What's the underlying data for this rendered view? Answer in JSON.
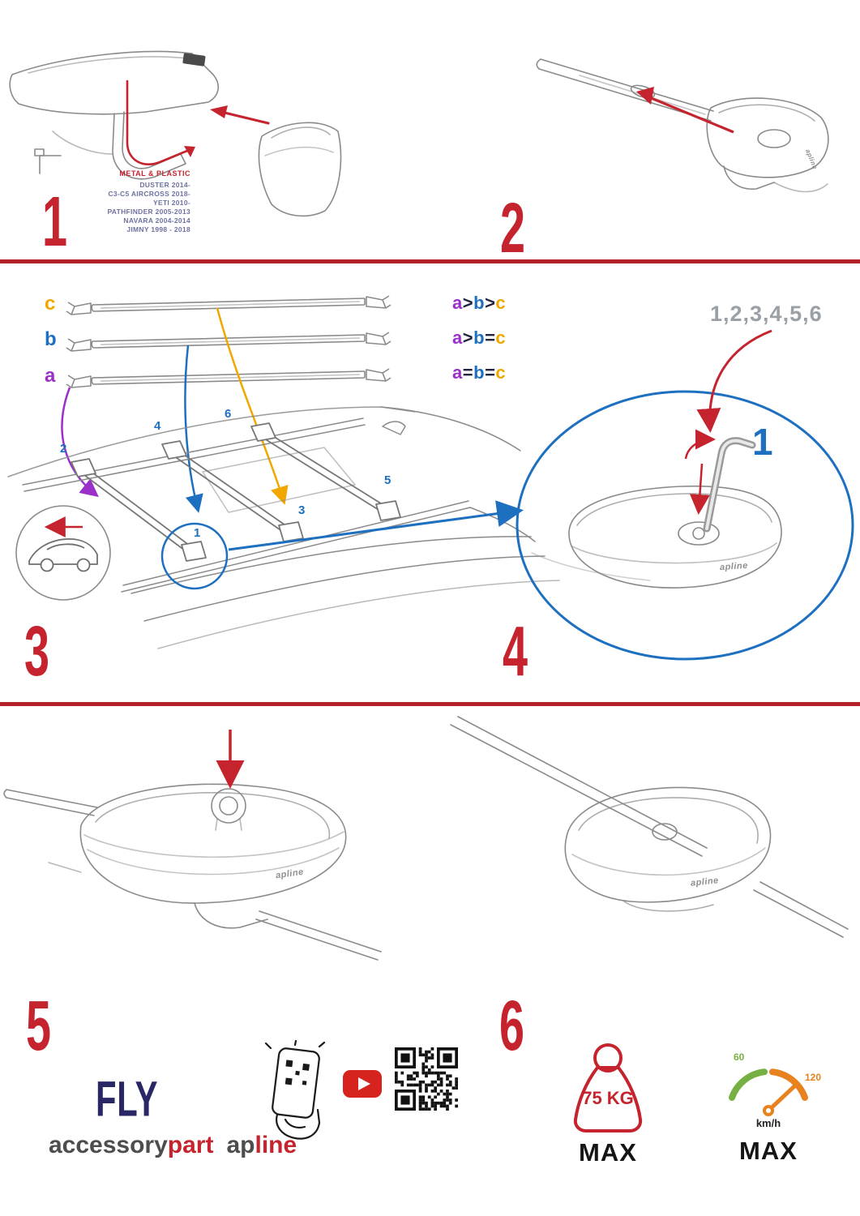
{
  "colors": {
    "accent_red": "#c5242e",
    "blue": "#1d6fc0",
    "purple": "#9b2fc9",
    "orange": "#f0a800",
    "navy": "#2a2766",
    "vehicle_text": "#6e72a0",
    "sequence_gray": "#9aa0a6",
    "speed_green": "#76b043",
    "speed_orange": "#e8821e",
    "youtube_red": "#d6231e"
  },
  "icons": {
    "youtube": "youtube-play-icon",
    "qr": "qr-code",
    "phone": "phone-qr-scan-icon",
    "weight": "weight-limit-icon",
    "speedometer": "speedometer-icon"
  },
  "step1": {
    "number": "1",
    "material": "METAL & PLASTIC",
    "vehicles": [
      "DUSTER 2014-",
      "C3-C5 AIRCROSS 2018-",
      "YETI 2010-",
      "PATHFINDER 2005-2013",
      "NAVARA 2004-2014",
      "JIMNY 1998 - 2018"
    ]
  },
  "step2": {
    "number": "2",
    "logo": "apline"
  },
  "step3": {
    "number": "3",
    "bar_labels": {
      "c": "c",
      "b": "b",
      "a": "a"
    },
    "legend": [
      {
        "a": "a",
        "op1": ">",
        "b": "b",
        "op2": ">",
        "c": "c"
      },
      {
        "a": "a",
        "op1": ">",
        "b": "b",
        "op2": "=",
        "c": "c"
      },
      {
        "a": "a",
        "op1": "=",
        "b": "b",
        "op2": "=",
        "c": "c"
      }
    ],
    "positions": {
      "p1": "1",
      "p2": "2",
      "p3": "3",
      "p4": "4",
      "p5": "5",
      "p6": "6"
    }
  },
  "step4": {
    "number": "4",
    "sequence": "1,2,3,4,5,6",
    "highlight": "1",
    "logo": "apline"
  },
  "step5": {
    "number": "5",
    "logo": "apline"
  },
  "step6": {
    "number": "6",
    "logo": "apline"
  },
  "footer": {
    "product": "FLY",
    "brand": {
      "part1": "accessory",
      "part2": "part",
      "part3": "ap",
      "part4": "line"
    },
    "weight": {
      "value": "75 KG",
      "max": "MAX"
    },
    "speed": {
      "low": "60",
      "high": "120",
      "unit": "km/h",
      "max": "MAX"
    }
  }
}
